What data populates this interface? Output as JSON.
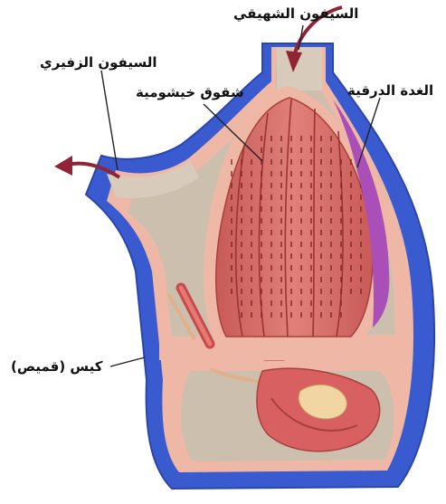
{
  "labels": {
    "incurrent_siphon": "السيفون الشهيقي",
    "excurrent_siphon": "السيفون الزفيري",
    "gill_slits": "شقوق خيشومية",
    "endostyle": "الغدة الدرقية",
    "tunic": "كيس (قميص)"
  },
  "colors": {
    "tunic_blue": "#3a5bd0",
    "body_pink": "#efb7a6",
    "cavity": "#cfc2b2",
    "pharynx": "#d86e68",
    "gill_line": "#8a2a28",
    "endostyle": "#a94fb7",
    "arrow": "#8e2436"
  },
  "icons": [
    "inflow-arrow",
    "outflow-arrow"
  ]
}
